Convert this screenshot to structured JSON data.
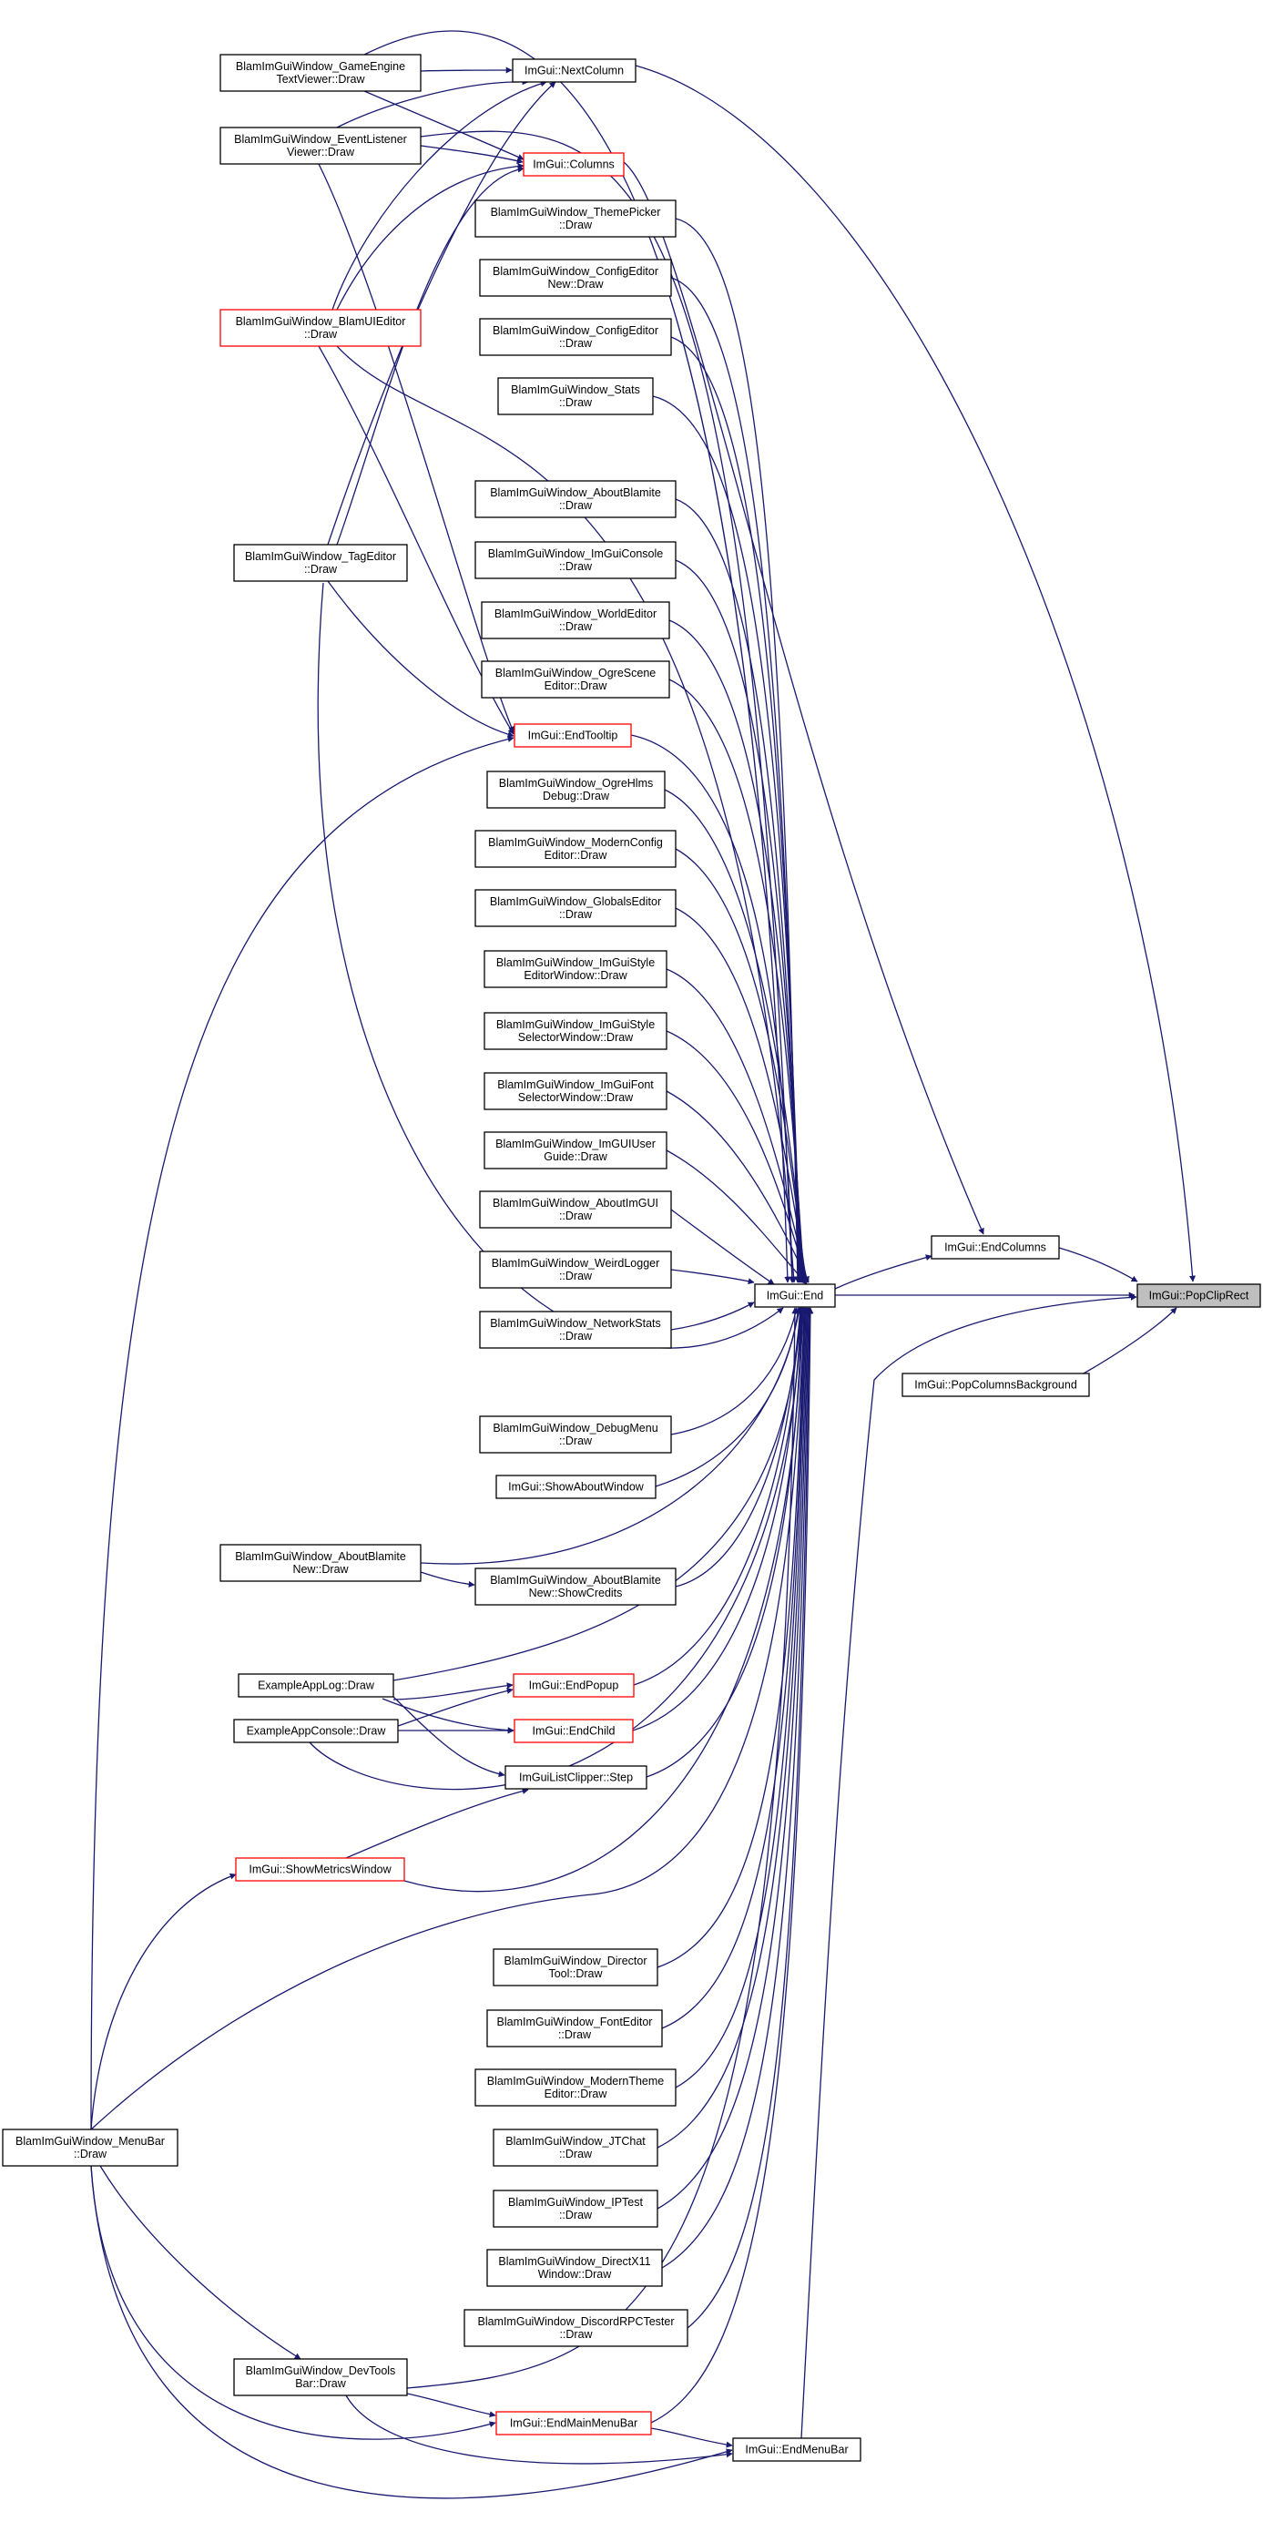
{
  "diagram": {
    "edge_color": "#191970",
    "highlight_fill": "#bfbfbf",
    "link_border": "#ff0000",
    "nodes": [
      {
        "id": "popcliprect",
        "lines": [
          "ImGui::PopClipRect"
        ],
        "style": "focus"
      },
      {
        "id": "endcolumns",
        "lines": [
          "ImGui::EndColumns"
        ],
        "style": "normal"
      },
      {
        "id": "end",
        "lines": [
          "ImGui::End"
        ],
        "style": "normal"
      },
      {
        "id": "popcolbg",
        "lines": [
          "ImGui::PopColumnsBackground"
        ],
        "style": "normal"
      },
      {
        "id": "nextcolumn",
        "lines": [
          "ImGui::NextColumn"
        ],
        "style": "normal"
      },
      {
        "id": "gameengine",
        "lines": [
          "BlamImGuiWindow_GameEngine",
          "TextViewer::Draw"
        ],
        "style": "normal"
      },
      {
        "id": "eventlistener",
        "lines": [
          "BlamImGuiWindow_EventListener",
          "Viewer::Draw"
        ],
        "style": "normal"
      },
      {
        "id": "columns",
        "lines": [
          "ImGui::Columns"
        ],
        "style": "red"
      },
      {
        "id": "themepicker",
        "lines": [
          "BlamImGuiWindow_ThemePicker",
          "::Draw"
        ],
        "style": "normal"
      },
      {
        "id": "configeditornew",
        "lines": [
          "BlamImGuiWindow_ConfigEditor",
          "New::Draw"
        ],
        "style": "normal"
      },
      {
        "id": "blamuieditor",
        "lines": [
          "BlamImGuiWindow_BlamUIEditor",
          "::Draw"
        ],
        "style": "red"
      },
      {
        "id": "configeditor",
        "lines": [
          "BlamImGuiWindow_ConfigEditor",
          "::Draw"
        ],
        "style": "normal"
      },
      {
        "id": "stats",
        "lines": [
          "BlamImGuiWindow_Stats",
          "::Draw"
        ],
        "style": "normal"
      },
      {
        "id": "aboutblamite",
        "lines": [
          "BlamImGuiWindow_AboutBlamite",
          "::Draw"
        ],
        "style": "normal"
      },
      {
        "id": "tageditor",
        "lines": [
          "BlamImGuiWindow_TagEditor",
          "::Draw"
        ],
        "style": "normal"
      },
      {
        "id": "imguiconsole",
        "lines": [
          "BlamImGuiWindow_ImGuiConsole",
          "::Draw"
        ],
        "style": "normal"
      },
      {
        "id": "worldeditor",
        "lines": [
          "BlamImGuiWindow_WorldEditor",
          "::Draw"
        ],
        "style": "normal"
      },
      {
        "id": "ogrescene",
        "lines": [
          "BlamImGuiWindow_OgreScene",
          "Editor::Draw"
        ],
        "style": "normal"
      },
      {
        "id": "endtooltip",
        "lines": [
          "ImGui::EndTooltip"
        ],
        "style": "red"
      },
      {
        "id": "ogrehlms",
        "lines": [
          "BlamImGuiWindow_OgreHlms",
          "Debug::Draw"
        ],
        "style": "normal"
      },
      {
        "id": "modernconfig",
        "lines": [
          "BlamImGuiWindow_ModernConfig",
          "Editor::Draw"
        ],
        "style": "normal"
      },
      {
        "id": "globalseditor",
        "lines": [
          "BlamImGuiWindow_GlobalsEditor",
          "::Draw"
        ],
        "style": "normal"
      },
      {
        "id": "stylededitor",
        "lines": [
          "BlamImGuiWindow_ImGuiStyle",
          "EditorWindow::Draw"
        ],
        "style": "normal"
      },
      {
        "id": "styleselector",
        "lines": [
          "BlamImGuiWindow_ImGuiStyle",
          "SelectorWindow::Draw"
        ],
        "style": "normal"
      },
      {
        "id": "fontselector",
        "lines": [
          "BlamImGuiWindow_ImGuiFont",
          "SelectorWindow::Draw"
        ],
        "style": "normal"
      },
      {
        "id": "userguide",
        "lines": [
          "BlamImGuiWindow_ImGUIUser",
          "Guide::Draw"
        ],
        "style": "normal"
      },
      {
        "id": "aboutimgui",
        "lines": [
          "BlamImGuiWindow_AboutImGUI",
          "::Draw"
        ],
        "style": "normal"
      },
      {
        "id": "weirdlogger",
        "lines": [
          "BlamImGuiWindow_WeirdLogger",
          "::Draw"
        ],
        "style": "normal"
      },
      {
        "id": "networkstats",
        "lines": [
          "BlamImGuiWindow_NetworkStats",
          "::Draw"
        ],
        "style": "normal"
      },
      {
        "id": "debugmenu",
        "lines": [
          "BlamImGuiWindow_DebugMenu",
          "::Draw"
        ],
        "style": "normal"
      },
      {
        "id": "showabout",
        "lines": [
          "ImGui::ShowAboutWindow"
        ],
        "style": "normal"
      },
      {
        "id": "aboutblamitenew",
        "lines": [
          "BlamImGuiWindow_AboutBlamite",
          "New::Draw"
        ],
        "style": "normal"
      },
      {
        "id": "showcredits",
        "lines": [
          "BlamImGuiWindow_AboutBlamite",
          "New::ShowCredits"
        ],
        "style": "normal"
      },
      {
        "id": "exampleapplog",
        "lines": [
          "ExampleAppLog::Draw"
        ],
        "style": "normal"
      },
      {
        "id": "endpopup",
        "lines": [
          "ImGui::EndPopup"
        ],
        "style": "red"
      },
      {
        "id": "exampleappconsole",
        "lines": [
          "ExampleAppConsole::Draw"
        ],
        "style": "normal"
      },
      {
        "id": "endchild",
        "lines": [
          "ImGui::EndChild"
        ],
        "style": "red"
      },
      {
        "id": "listclipper",
        "lines": [
          "ImGuiListClipper::Step"
        ],
        "style": "normal"
      },
      {
        "id": "showmetrics",
        "lines": [
          "ImGui::ShowMetricsWindow"
        ],
        "style": "red"
      },
      {
        "id": "directortool",
        "lines": [
          "BlamImGuiWindow_Director",
          "Tool::Draw"
        ],
        "style": "normal"
      },
      {
        "id": "fonteditor",
        "lines": [
          "BlamImGuiWindow_FontEditor",
          "::Draw"
        ],
        "style": "normal"
      },
      {
        "id": "modernthemeeditor",
        "lines": [
          "BlamImGuiWindow_ModernTheme",
          "Editor::Draw"
        ],
        "style": "normal"
      },
      {
        "id": "menubar",
        "lines": [
          "BlamImGuiWindow_MenuBar",
          "::Draw"
        ],
        "style": "normal"
      },
      {
        "id": "jtchat",
        "lines": [
          "BlamImGuiWindow_JTChat",
          "::Draw"
        ],
        "style": "normal"
      },
      {
        "id": "iptest",
        "lines": [
          "BlamImGuiWindow_IPTest",
          "::Draw"
        ],
        "style": "normal"
      },
      {
        "id": "directx11",
        "lines": [
          "BlamImGuiWindow_DirectX11",
          "Window::Draw"
        ],
        "style": "normal"
      },
      {
        "id": "discordrpc",
        "lines": [
          "BlamImGuiWindow_DiscordRPCTester",
          "::Draw"
        ],
        "style": "normal"
      },
      {
        "id": "devtoolsbar",
        "lines": [
          "BlamImGuiWindow_DevTools",
          "Bar::Draw"
        ],
        "style": "normal"
      },
      {
        "id": "endmainmenubar",
        "lines": [
          "ImGui::EndMainMenuBar"
        ],
        "style": "red"
      },
      {
        "id": "endmenubar",
        "lines": [
          "ImGui::EndMenuBar"
        ],
        "style": "normal"
      }
    ],
    "edges": [
      {
        "from": "end",
        "to": "popcliprect"
      },
      {
        "from": "endcolumns",
        "to": "popcliprect"
      },
      {
        "from": "popcolbg",
        "to": "popcliprect"
      },
      {
        "from": "nextcolumn",
        "to": "popcliprect"
      },
      {
        "from": "endmenubar",
        "to": "popcliprect"
      },
      {
        "from": "end",
        "to": "endcolumns"
      },
      {
        "from": "columns",
        "to": "endcolumns"
      },
      {
        "from": "gameengine",
        "to": "nextcolumn"
      },
      {
        "from": "eventlistener",
        "to": "nextcolumn"
      },
      {
        "from": "blamuieditor",
        "to": "nextcolumn"
      },
      {
        "from": "tageditor",
        "to": "nextcolumn"
      },
      {
        "from": "gameengine",
        "to": "columns"
      },
      {
        "from": "eventlistener",
        "to": "columns"
      },
      {
        "from": "blamuieditor",
        "to": "columns"
      },
      {
        "from": "tageditor",
        "to": "columns"
      },
      {
        "from": "eventlistener",
        "to": "endtooltip"
      },
      {
        "from": "blamuieditor",
        "to": "endtooltip"
      },
      {
        "from": "tageditor",
        "to": "endtooltip"
      },
      {
        "from": "menubar",
        "to": "endtooltip"
      },
      {
        "from": "gameengine",
        "to": "end"
      },
      {
        "from": "eventlistener",
        "to": "end"
      },
      {
        "from": "blamuieditor",
        "to": "end"
      },
      {
        "from": "tageditor",
        "to": "end"
      },
      {
        "from": "themepicker",
        "to": "end"
      },
      {
        "from": "configeditornew",
        "to": "end"
      },
      {
        "from": "configeditor",
        "to": "end"
      },
      {
        "from": "stats",
        "to": "end"
      },
      {
        "from": "aboutblamite",
        "to": "end"
      },
      {
        "from": "imguiconsole",
        "to": "end"
      },
      {
        "from": "worldeditor",
        "to": "end"
      },
      {
        "from": "ogrescene",
        "to": "end"
      },
      {
        "from": "ogrehlms",
        "to": "end"
      },
      {
        "from": "modernconfig",
        "to": "end"
      },
      {
        "from": "globalseditor",
        "to": "end"
      },
      {
        "from": "stylededitor",
        "to": "end"
      },
      {
        "from": "styleselector",
        "to": "end"
      },
      {
        "from": "fontselector",
        "to": "end"
      },
      {
        "from": "userguide",
        "to": "end"
      },
      {
        "from": "aboutimgui",
        "to": "end"
      },
      {
        "from": "weirdlogger",
        "to": "end"
      },
      {
        "from": "networkstats",
        "to": "end"
      },
      {
        "from": "debugmenu",
        "to": "end"
      },
      {
        "from": "showabout",
        "to": "end"
      },
      {
        "from": "aboutblamitenew",
        "to": "end"
      },
      {
        "from": "showcredits",
        "to": "end"
      },
      {
        "from": "exampleapplog",
        "to": "end"
      },
      {
        "from": "exampleappconsole",
        "to": "end"
      },
      {
        "from": "showmetrics",
        "to": "end"
      },
      {
        "from": "directortool",
        "to": "end"
      },
      {
        "from": "fonteditor",
        "to": "end"
      },
      {
        "from": "modernthemeeditor",
        "to": "end"
      },
      {
        "from": "menubar",
        "to": "end"
      },
      {
        "from": "jtchat",
        "to": "end"
      },
      {
        "from": "iptest",
        "to": "end"
      },
      {
        "from": "directx11",
        "to": "end"
      },
      {
        "from": "discordrpc",
        "to": "end"
      },
      {
        "from": "devtoolsbar",
        "to": "end"
      },
      {
        "from": "endtooltip",
        "to": "end"
      },
      {
        "from": "endpopup",
        "to": "end"
      },
      {
        "from": "endchild",
        "to": "end"
      },
      {
        "from": "listclipper",
        "to": "end"
      },
      {
        "from": "endmainmenubar",
        "to": "end"
      },
      {
        "from": "aboutblamitenew",
        "to": "showcredits"
      },
      {
        "from": "exampleapplog",
        "to": "endpopup"
      },
      {
        "from": "exampleappconsole",
        "to": "endpopup"
      },
      {
        "from": "exampleapplog",
        "to": "endchild"
      },
      {
        "from": "exampleappconsole",
        "to": "endchild"
      },
      {
        "from": "exampleapplog",
        "to": "listclipper"
      },
      {
        "from": "showmetrics",
        "to": "listclipper"
      },
      {
        "from": "menubar",
        "to": "showmetrics"
      },
      {
        "from": "menubar",
        "to": "devtoolsbar"
      },
      {
        "from": "menubar",
        "to": "endmainmenubar"
      },
      {
        "from": "menubar",
        "to": "endmenubar"
      },
      {
        "from": "devtoolsbar",
        "to": "endmainmenubar"
      },
      {
        "from": "devtoolsbar",
        "to": "endmenubar"
      },
      {
        "from": "endmainmenubar",
        "to": "endmenubar"
      }
    ]
  }
}
